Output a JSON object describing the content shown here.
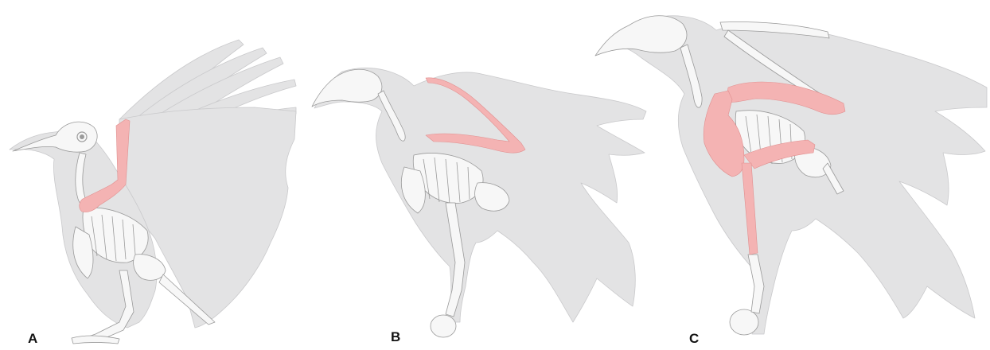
{
  "panels": [
    {
      "label": "A"
    },
    {
      "label": "B"
    },
    {
      "label": "C"
    }
  ],
  "colors": {
    "silhouette": "#e3e3e4",
    "silhouette_edge": "#c9c9cb",
    "bone_fill": "#f7f7f7",
    "bone_line": "#9a9a9a",
    "highlight": "#f4b3b3",
    "highlight_edge": "#e08f8f"
  }
}
